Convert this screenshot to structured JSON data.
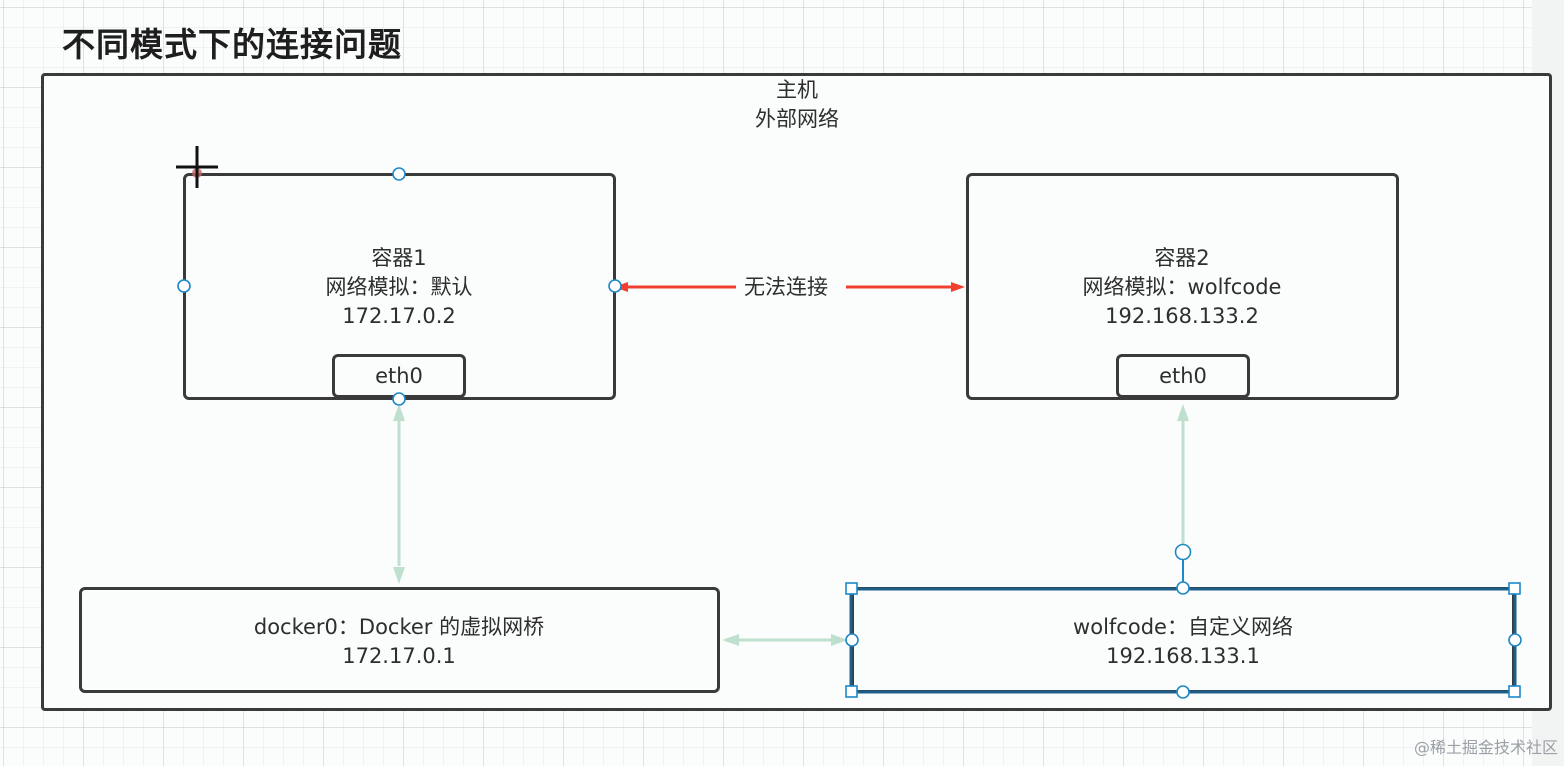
{
  "title": "不同模式下的连接问题",
  "host": {
    "line1": "主机",
    "line2": "外部网络"
  },
  "container1": {
    "name": "容器1",
    "mode": "网络模拟：默认",
    "ip": "172.17.0.2",
    "iface": "eth0"
  },
  "container2": {
    "name": "容器2",
    "mode": "网络模拟：wolfcode",
    "ip": "192.168.133.2",
    "iface": "eth0"
  },
  "connection": {
    "label": "无法连接",
    "color": "#f03e2f"
  },
  "docker0": {
    "line1": "docker0：Docker 的虚拟网桥",
    "line2": "172.17.0.1"
  },
  "wolfcode_net": {
    "line1": "wolfcode：自定义网络",
    "line2": "192.168.133.1"
  },
  "link_color": "#bfe0cf",
  "selection_color": "#1e88c8",
  "watermark": "@稀土掘金技术社区"
}
